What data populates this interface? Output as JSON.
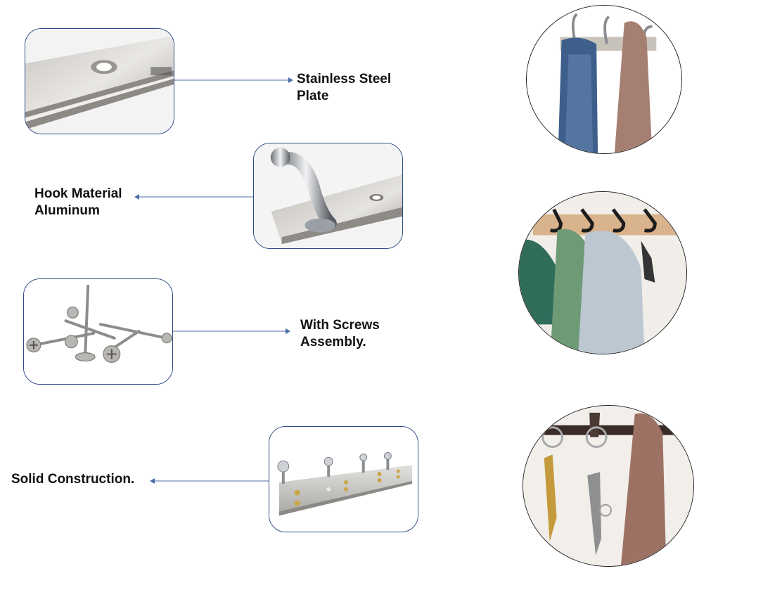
{
  "features": [
    {
      "label_line1": "Stainless Steel",
      "label_line2": "Plate",
      "image": "stainless-steel-plate-closeup"
    },
    {
      "label_line1": "Hook Material",
      "label_line2": "Aluminum",
      "image": "hook-closeup"
    },
    {
      "label_line1": "With Screws",
      "label_line2": "Assembly.",
      "image": "screws-pile"
    },
    {
      "label_line1": "Solid Construction.",
      "image": "hook-rack-with-screws"
    }
  ],
  "lifestyle_images": [
    {
      "image": "coats-on-steel-rack"
    },
    {
      "image": "jackets-and-keys-on-wooden-rack"
    },
    {
      "image": "keys-and-scarf-on-dark-rack"
    }
  ],
  "colors": {
    "card_border": "#2f4a86",
    "arrow": "#4a6ea8",
    "circle_border": "#222222",
    "text": "#111111"
  }
}
